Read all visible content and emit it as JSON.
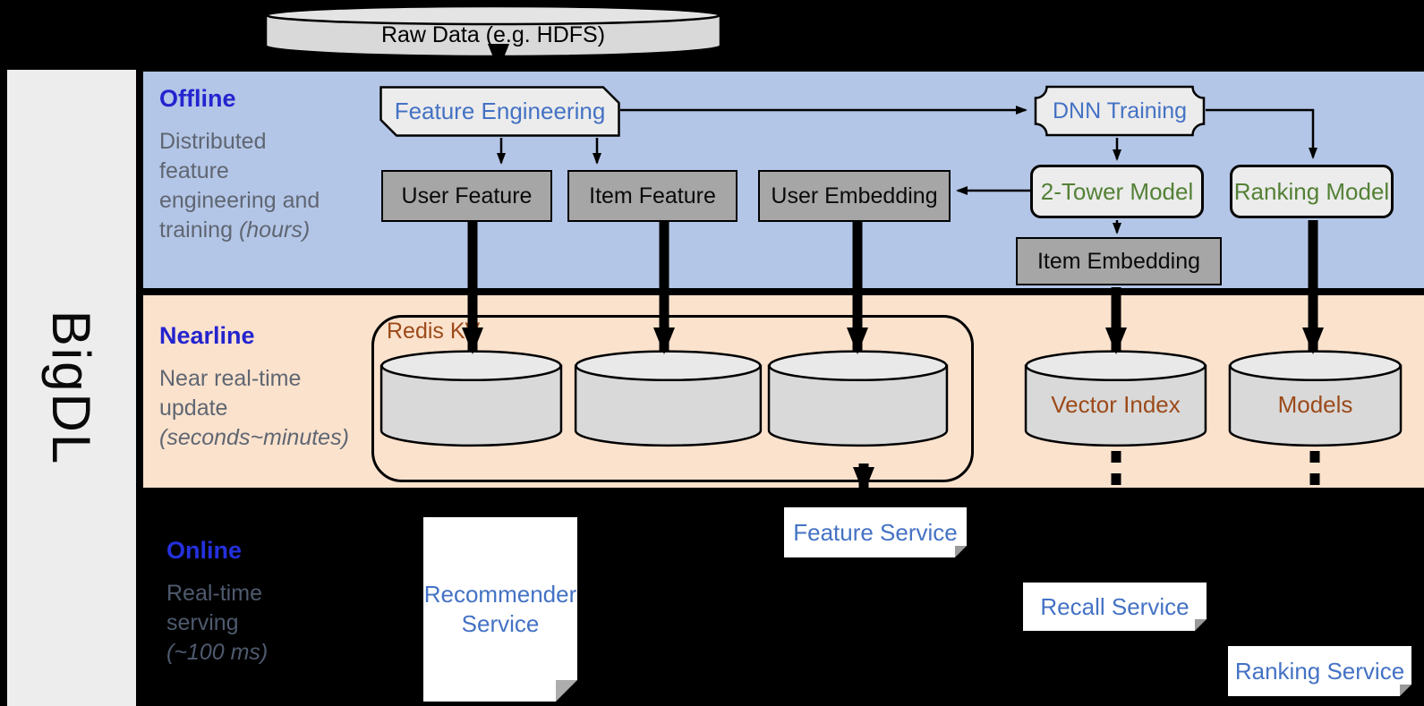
{
  "brand": "BigDL",
  "raw_data_label": "Raw Data (e.g. HDFS)",
  "sections": {
    "offline": {
      "title": "Offline",
      "description": [
        "Distributed",
        "feature",
        "engineering and"
      ],
      "desc_tail": "training ",
      "desc_em": "(hours)"
    },
    "nearline": {
      "title": "Nearline",
      "description": [
        "Near real-time",
        "update"
      ],
      "desc_em": "(seconds~minutes)"
    },
    "online": {
      "title": "Online",
      "description": [
        "Real-time",
        "serving"
      ],
      "desc_em": "(~100 ms)"
    }
  },
  "offline_nodes": {
    "feature_engineering": "Feature Engineering",
    "dnn_training": "DNN Training",
    "user_feature": "User Feature",
    "item_feature": "Item Feature",
    "user_embedding": "User Embedding",
    "two_tower_model": "2-Tower Model",
    "ranking_model": "Ranking Model",
    "item_embedding": "Item Embedding"
  },
  "nearline_nodes": {
    "redis_kv": "Redis KV",
    "vector_index": "Vector Index",
    "models": "Models"
  },
  "online_nodes": {
    "recommender_service": "Recommender Service",
    "feature_service": "Feature Service",
    "recall_service": "Recall Service",
    "ranking_service": "Ranking Service"
  },
  "colors": {
    "offline_band": "#b4c6e7",
    "nearline_band": "#fbe2cd",
    "online_background": "#000000",
    "sidebar": "#ededed",
    "section_title_blue": "#2424cf",
    "description_gray": "#5f6672",
    "node_text_blue": "#4472c4",
    "model_text_green": "#538135",
    "storage_text_brown": "#9c4a1a",
    "gray_box": "#a6a6a6",
    "cylinder_fill": "#d9d9d9"
  }
}
